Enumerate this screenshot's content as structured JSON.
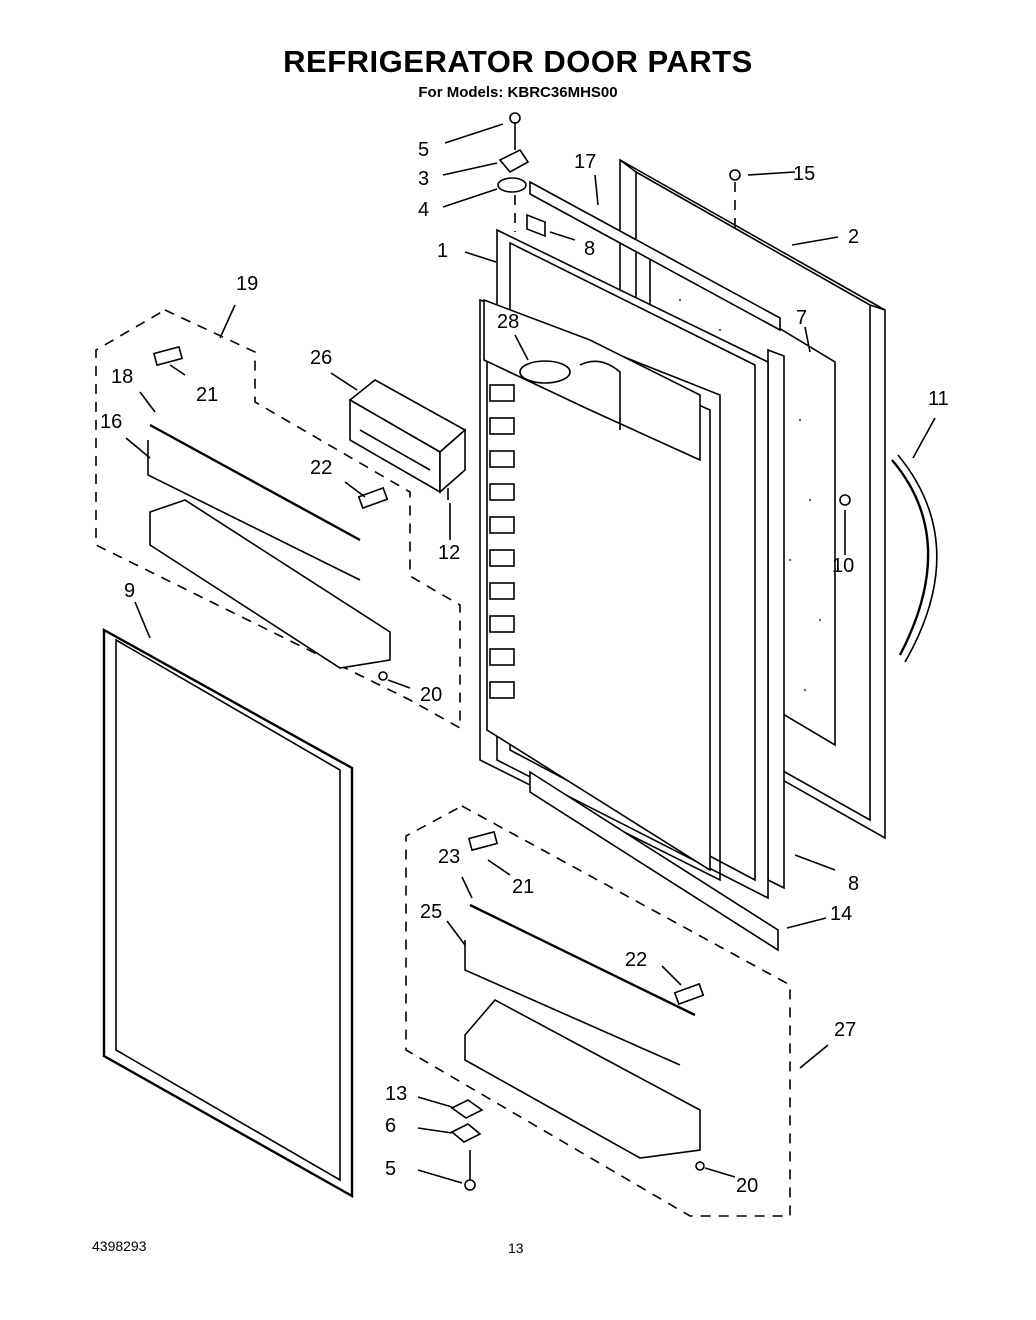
{
  "header": {
    "title": "REFRIGERATOR DOOR PARTS",
    "subtitle": "For Models: KBRC36MHS00"
  },
  "footer": {
    "doc_number": "4398293",
    "page_number": "13"
  },
  "callouts": {
    "c1": "1",
    "c2": "2",
    "c3": "3",
    "c4": "4",
    "c5a": "5",
    "c5b": "5",
    "c6": "6",
    "c7": "7",
    "c8a": "8",
    "c8b": "8",
    "c9": "9",
    "c10": "10",
    "c11": "11",
    "c12": "12",
    "c13": "13",
    "c14": "14",
    "c15": "15",
    "c16": "16",
    "c17": "17",
    "c18": "18",
    "c19": "19",
    "c20a": "20",
    "c20b": "20",
    "c21a": "21",
    "c21b": "21",
    "c22a": "22",
    "c22b": "22",
    "c23": "23",
    "c25": "25",
    "c26": "26",
    "c27": "27",
    "c28": "28"
  }
}
